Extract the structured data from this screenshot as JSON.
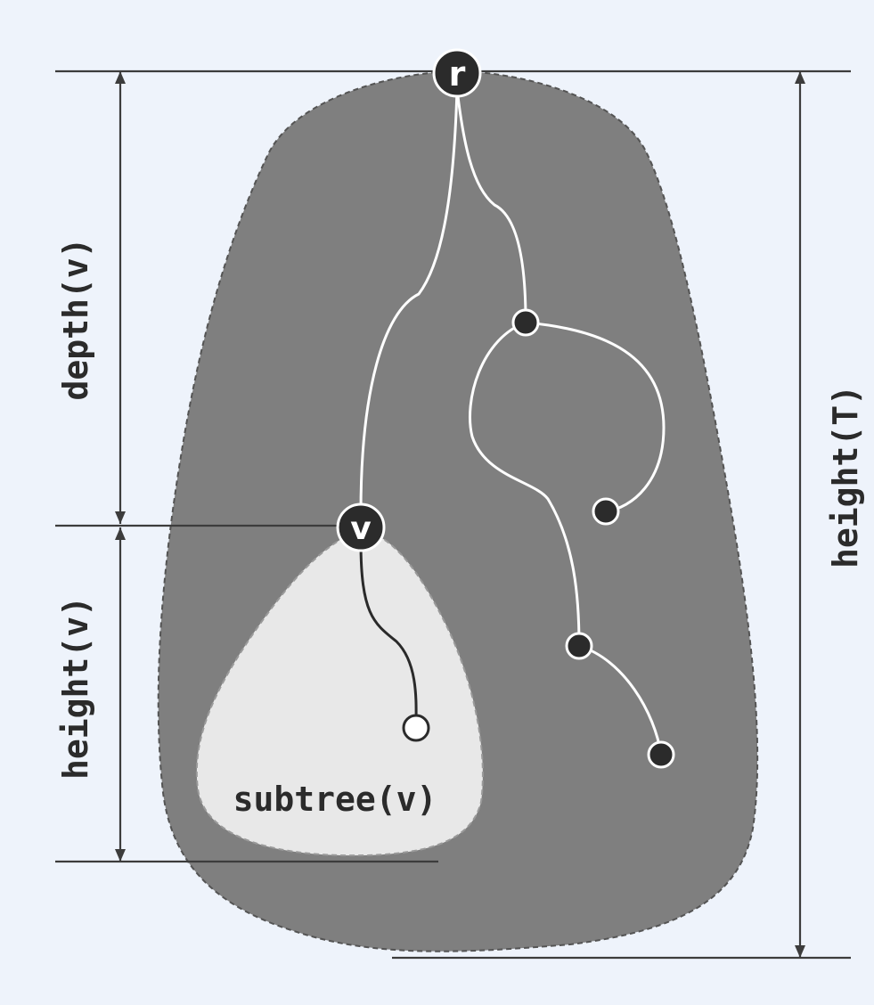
{
  "labels": {
    "depth_v": "depth(v)",
    "height_v": "height(v)",
    "height_T": "height(T)",
    "subtree_v": "subtree(v)"
  },
  "nodes": {
    "root": "r",
    "v": "v"
  },
  "colors": {
    "background": "#eef3fb",
    "tree_region": "#7f7f7f",
    "subtree_region": "#e8e8e8",
    "node": "#2b2b2b",
    "edge_in_tree": "#ffffff",
    "edge_in_subtree": "#2a2a2a"
  }
}
